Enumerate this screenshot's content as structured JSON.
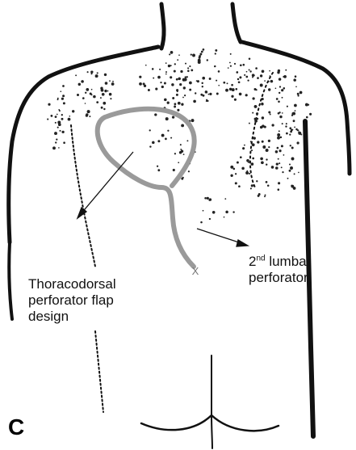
{
  "figure": {
    "panel_letter": "C",
    "labels": {
      "thoracodorsal_line1": "Thoracodorsal",
      "thoracodorsal_line2": "perforator flap",
      "thoracodorsal_line3": "design",
      "lumbar_number": "2",
      "lumbar_superscript": "nd",
      "lumbar_line1_rest": " lumbar",
      "lumbar_line2": "perforator"
    },
    "perforator_marker": "X",
    "colors": {
      "outline": "#111111",
      "flap": "#9a9a9a",
      "dots": "#222222"
    }
  }
}
